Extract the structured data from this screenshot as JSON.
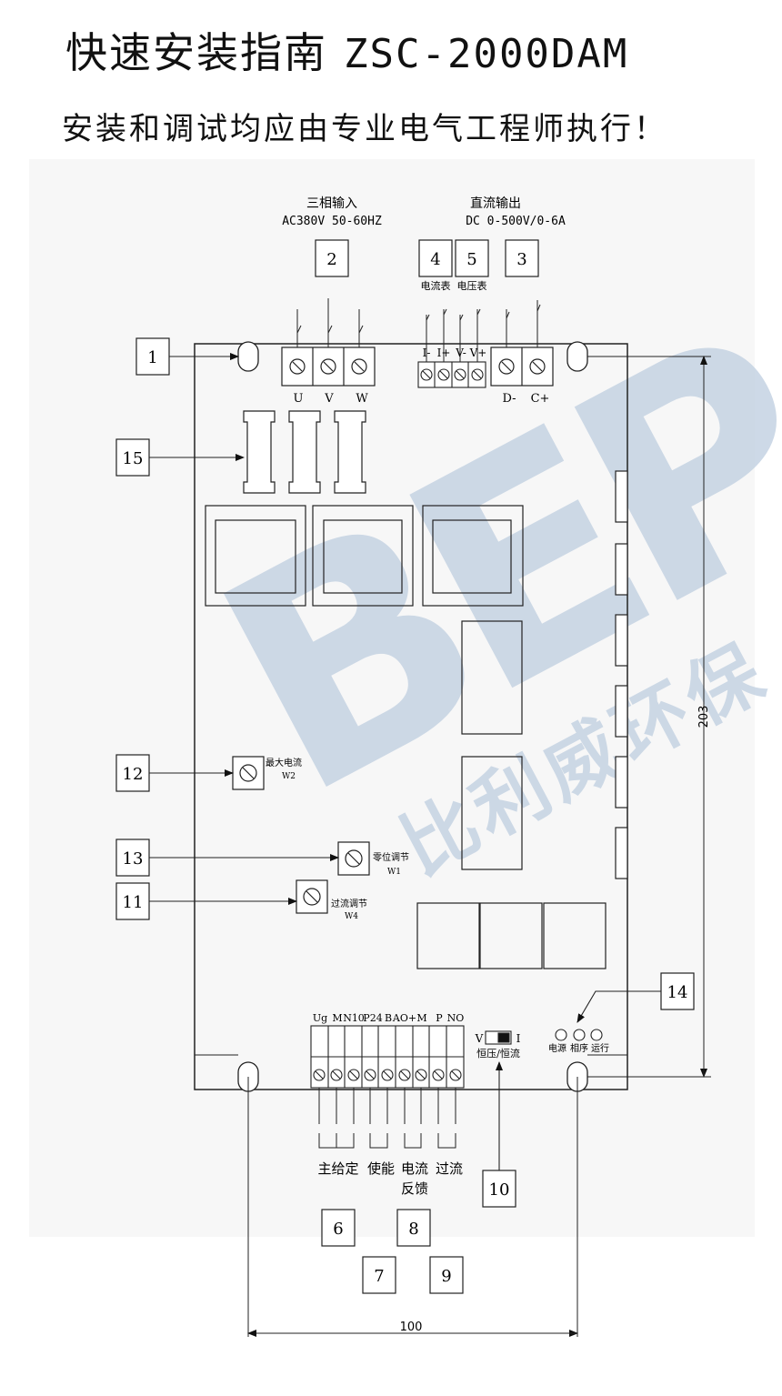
{
  "title": "快速安装指南",
  "model": "ZSC-2000DAM",
  "subtitle": "安装和调试均应由专业电气工程师执行！",
  "input": {
    "title": "三相输入",
    "spec": "AC380V 50-60HZ",
    "terminals": [
      "U",
      "V",
      "W"
    ]
  },
  "output": {
    "title": "直流输出",
    "spec": "DC 0-500V/0-6A",
    "terminals": [
      "D-",
      "C+"
    ]
  },
  "meters": {
    "terminals": [
      "I-",
      "I+",
      "V-",
      "V+"
    ],
    "current": "电流表",
    "voltage": "电压表"
  },
  "callouts": {
    "c1": "1",
    "c2": "2",
    "c3": "3",
    "c4": "4",
    "c5": "5",
    "c6": "6",
    "c7": "7",
    "c8": "8",
    "c9": "9",
    "c10": "10",
    "c11": "11",
    "c12": "12",
    "c13": "13",
    "c14": "14",
    "c15": "15"
  },
  "pots": {
    "w2": {
      "name": "最大电流",
      "id": "W2"
    },
    "w1": {
      "name": "零位调节",
      "id": "W1"
    },
    "w4": {
      "name": "过流调节",
      "id": "W4"
    }
  },
  "control_terminals": [
    "Ug",
    "M",
    "N10",
    "P24",
    "B",
    "AO+",
    "M",
    "P",
    "NO"
  ],
  "switch": {
    "left": "V",
    "right": "I",
    "label": "恒压/恒流"
  },
  "leds": [
    "电源",
    "相序",
    "运行"
  ],
  "groups": {
    "main_set": "主给定",
    "enable": "使能",
    "current_fb_1": "电流",
    "current_fb_2": "反馈",
    "overcurrent": "过流"
  },
  "dimensions": {
    "height": "203",
    "width": "100"
  },
  "watermark": {
    "logo": "BEP",
    "text": "比利威环保"
  }
}
